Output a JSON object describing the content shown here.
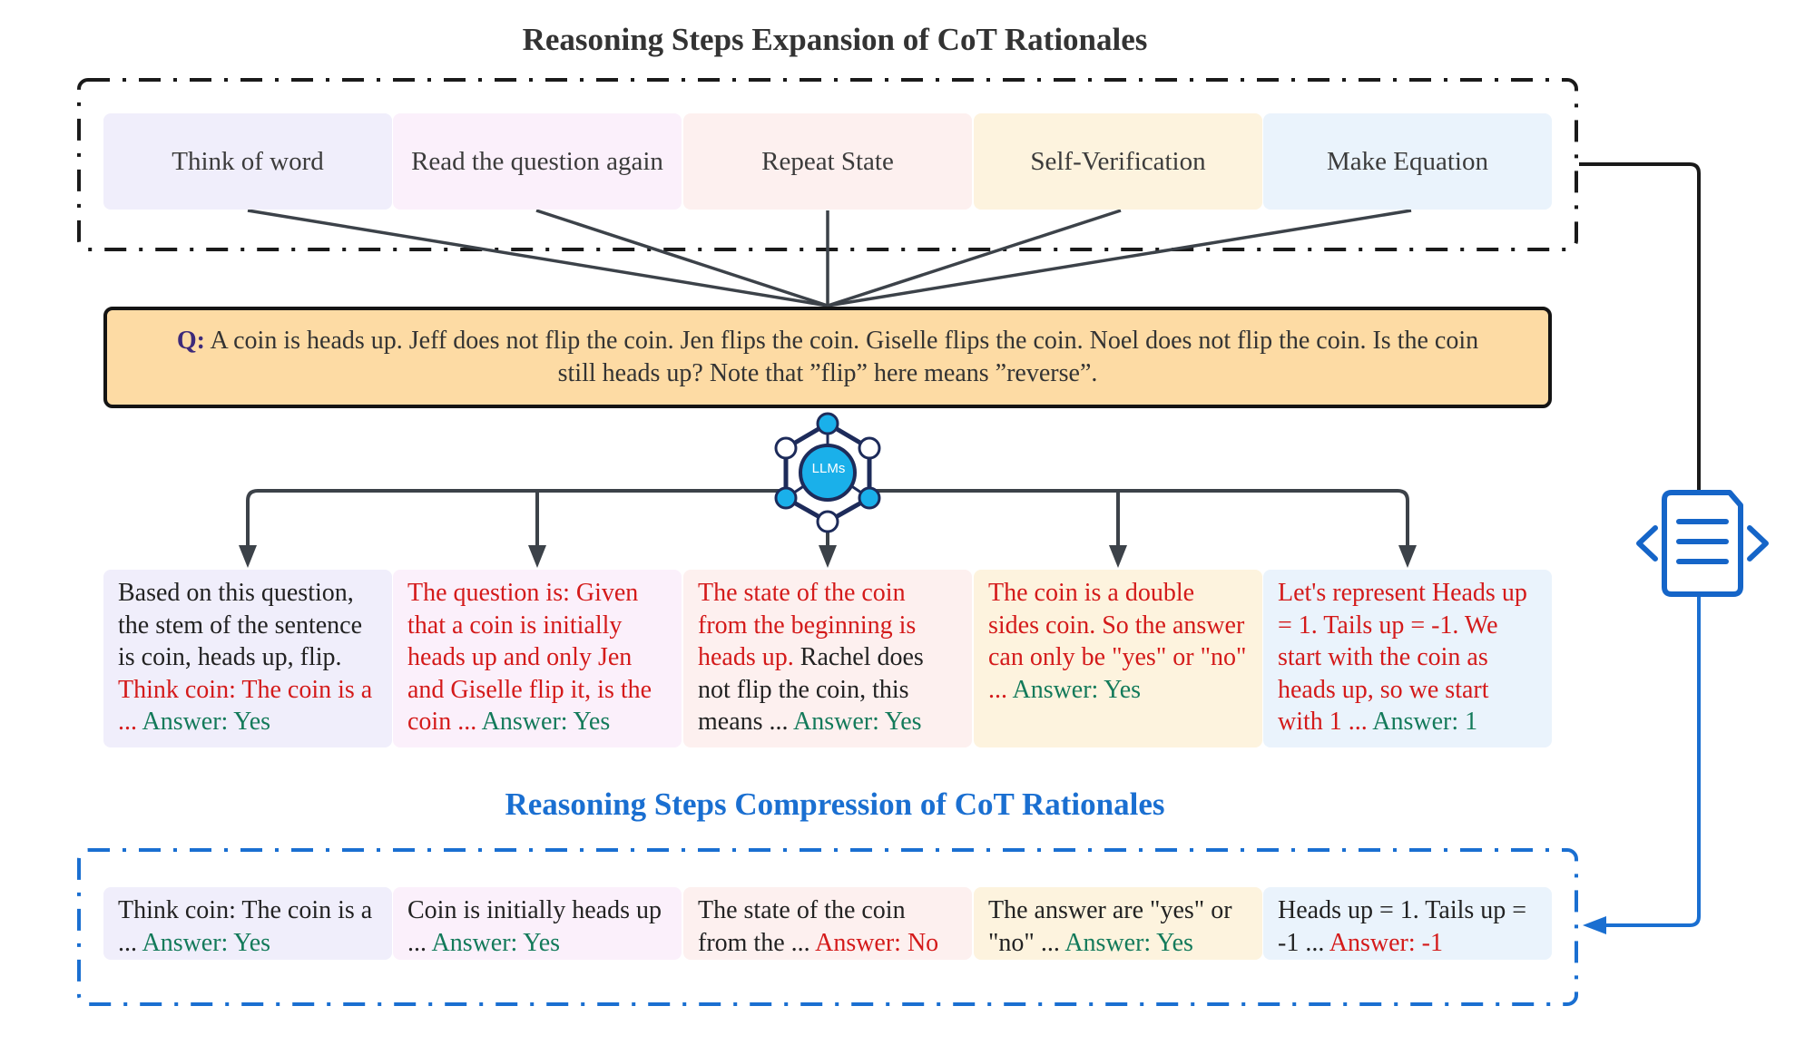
{
  "titles": {
    "expansion": "Reasoning Steps Expansion of CoT Rationales",
    "compression": "Reasoning Steps Compression of CoT Rationales"
  },
  "strategies": [
    {
      "label": "Think of word",
      "color": "#f0eefb"
    },
    {
      "label": "Read the question again",
      "color": "#fbf0fb"
    },
    {
      "label": "Repeat State",
      "color": "#fdf0ef"
    },
    {
      "label": "Self-Verification",
      "color": "#fdf3de"
    },
    {
      "label": "Make Equation",
      "color": "#eaf3fc"
    }
  ],
  "question": {
    "label": "Q:",
    "text": "A coin is heads up. Jeff does not flip the coin. Jen flips the coin. Giselle flips the coin. Noel does not flip the coin. Is the coin still heads up? Note that ”flip” here means ”reverse”."
  },
  "llm": {
    "label": "LLMs",
    "color": "#1ab0ea"
  },
  "expanded": [
    [
      {
        "t": "Based on this question, the stem of the sentence is coin, heads up, flip. ",
        "c": "black"
      },
      {
        "t": "Think coin: The coin is a ... ",
        "c": "red"
      },
      {
        "t": "Answer: Yes",
        "c": "green"
      }
    ],
    [
      {
        "t": "The question is: Given that a coin is initially heads up and only Jen and Giselle flip it, is the coin ... ",
        "c": "red"
      },
      {
        "t": "Answer: Yes",
        "c": "green"
      }
    ],
    [
      {
        "t": "The state of the coin from the beginning is heads up. ",
        "c": "red"
      },
      {
        "t": "Rachel does not flip the coin, this means ... ",
        "c": "black"
      },
      {
        "t": "Answer: Yes",
        "c": "green"
      }
    ],
    [
      {
        "t": "The coin is a double sides coin. So the answer can only be \"yes\" or \"no\" ... ",
        "c": "red"
      },
      {
        "t": "Answer: Yes",
        "c": "green"
      }
    ],
    [
      {
        "t": "Let's represent Heads up = 1. Tails up = -1. We start with the coin as heads up, so we start with 1 ... ",
        "c": "red"
      },
      {
        "t": "Answer: 1",
        "c": "green"
      }
    ]
  ],
  "compressed": [
    [
      {
        "t": "Think coin: The coin is a ... ",
        "c": "black"
      },
      {
        "t": "Answer: Yes",
        "c": "green"
      }
    ],
    [
      {
        "t": "Coin is initially heads up ... ",
        "c": "black"
      },
      {
        "t": "Answer: Yes",
        "c": "green"
      }
    ],
    [
      {
        "t": "The state of the coin from the ... ",
        "c": "black"
      },
      {
        "t": "Answer: No",
        "c": "red"
      }
    ],
    [
      {
        "t": "The answer are \"yes\" or \"no\" ... ",
        "c": "black"
      },
      {
        "t": "Answer: Yes",
        "c": "green"
      }
    ],
    [
      {
        "t": "Heads up = 1. Tails up = -1 ... ",
        "c": "black"
      },
      {
        "t": "Answer: -1",
        "c": "red"
      }
    ]
  ],
  "colors": {
    "expansion_border": "#1a1a1a",
    "compression_border": "#1a6fd1",
    "compress_icon": "#1565c8"
  },
  "icons": {
    "compress": "compress-document-icon",
    "llm": "llm-network-icon"
  }
}
